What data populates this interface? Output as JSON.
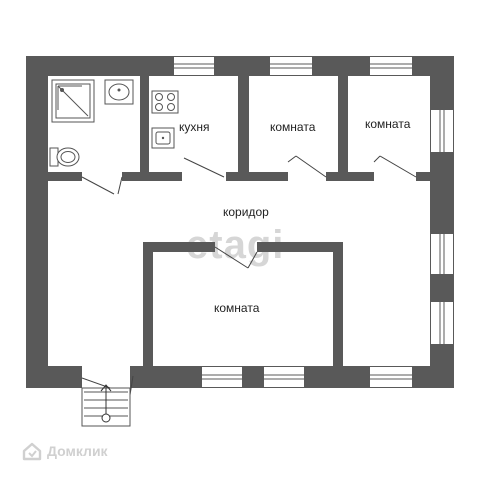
{
  "rooms": {
    "kitchen": "кухня",
    "room_top_middle": "комната",
    "room_top_right": "комната",
    "corridor": "коридор",
    "room_center": "комната"
  },
  "watermark": "etagi",
  "brand": "Домклик",
  "colors": {
    "wall": "#595959",
    "window_glass": "#ffffff",
    "fixture_stroke": "#555555",
    "label": "#222222",
    "watermark": "#d6d6d6"
  }
}
